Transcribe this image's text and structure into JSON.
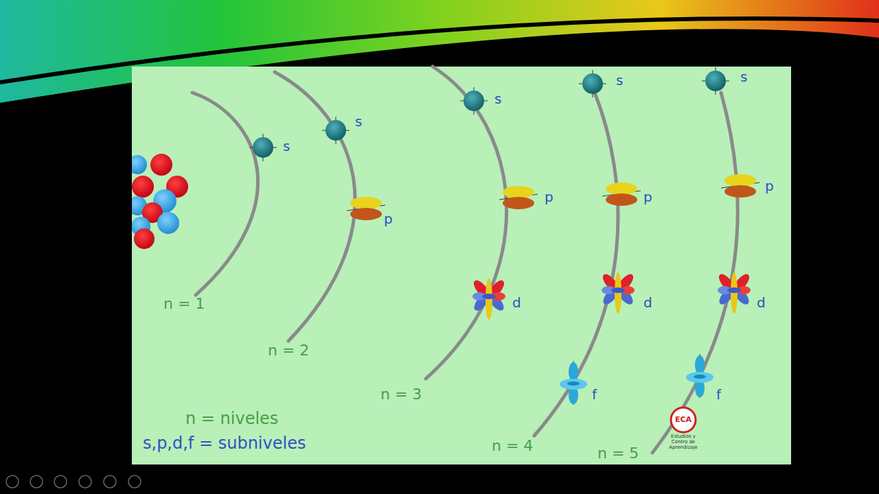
{
  "diagram": {
    "labels": [
      "s",
      "n = 1",
      "s",
      "p",
      "n = 2",
      "s",
      "p",
      "d",
      "n = 3",
      "s",
      "p",
      "d",
      "f",
      "n = 4",
      "s",
      "p",
      "d",
      "f",
      "n = 5",
      "n = niveles",
      "s,p,d,f = subniveles",
      "ECA",
      "Estudios y Centro de Aprendizaje"
    ]
  }
}
